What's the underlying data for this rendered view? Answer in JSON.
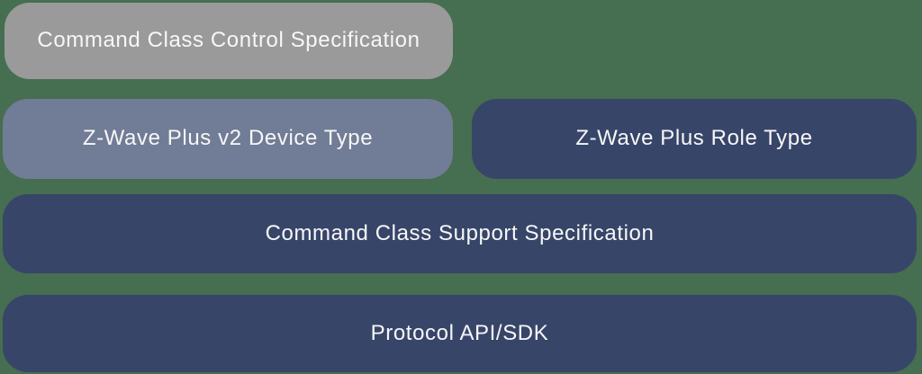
{
  "canvas": {
    "background_color": "#466E50",
    "text_color": "#F7F7F7"
  },
  "diagram": {
    "boxes": [
      {
        "id": "command-class-control",
        "label": "Command Class Control Specification",
        "color": "#9A9A9A"
      },
      {
        "id": "device-type",
        "label": "Z-Wave Plus v2 Device Type",
        "color": "#717C96"
      },
      {
        "id": "role-type",
        "label": "Z-Wave Plus Role Type",
        "color": "#374569"
      },
      {
        "id": "command-class-support",
        "label": "Command Class Support Specification",
        "color": "#374569"
      },
      {
        "id": "protocol-api-sdk",
        "label": "Protocol API/SDK",
        "color": "#374569"
      }
    ]
  }
}
